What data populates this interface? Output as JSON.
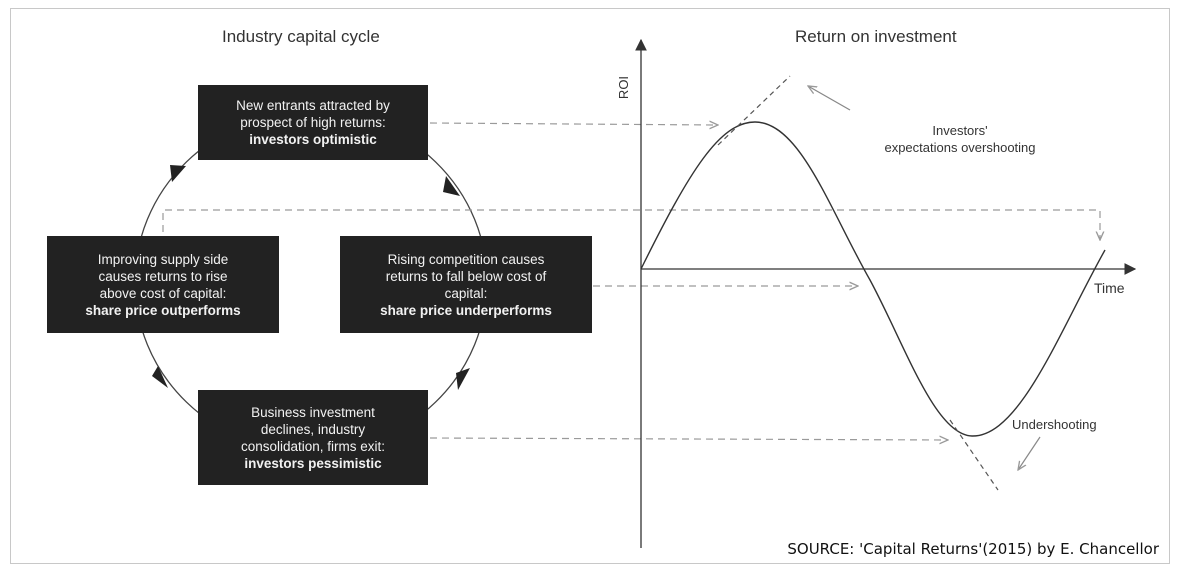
{
  "left_panel": {
    "title": "Industry capital cycle",
    "boxes": {
      "top": {
        "lines": [
          "New entrants attracted by",
          "prospect of high returns:"
        ],
        "bold": "investors optimistic"
      },
      "right": {
        "lines": [
          "Rising competition causes",
          "returns to fall below cost of",
          "capital:"
        ],
        "bold": "share price underperforms"
      },
      "bottom": {
        "lines": [
          "Business investment",
          "declines, industry",
          "consolidation, firms exit:"
        ],
        "bold": "investors pessimistic"
      },
      "left": {
        "lines": [
          "Improving supply side",
          "causes returns to rise",
          "above cost of capital:"
        ],
        "bold": "share price outperforms"
      }
    }
  },
  "right_panel": {
    "title": "Return on investment",
    "y_axis_label": "ROI",
    "x_axis_label": "Time",
    "annotation_overshoot": [
      "Investors'",
      "expectations overshooting"
    ],
    "annotation_undershoot": "Undershooting"
  },
  "source": "SOURCE: 'Capital Returns'(2015) by E. Chancellor",
  "colors": {
    "box_bg": "#222222",
    "box_text": "#f2f2f2",
    "line": "#444444",
    "dashed": "#9a9a9a"
  }
}
